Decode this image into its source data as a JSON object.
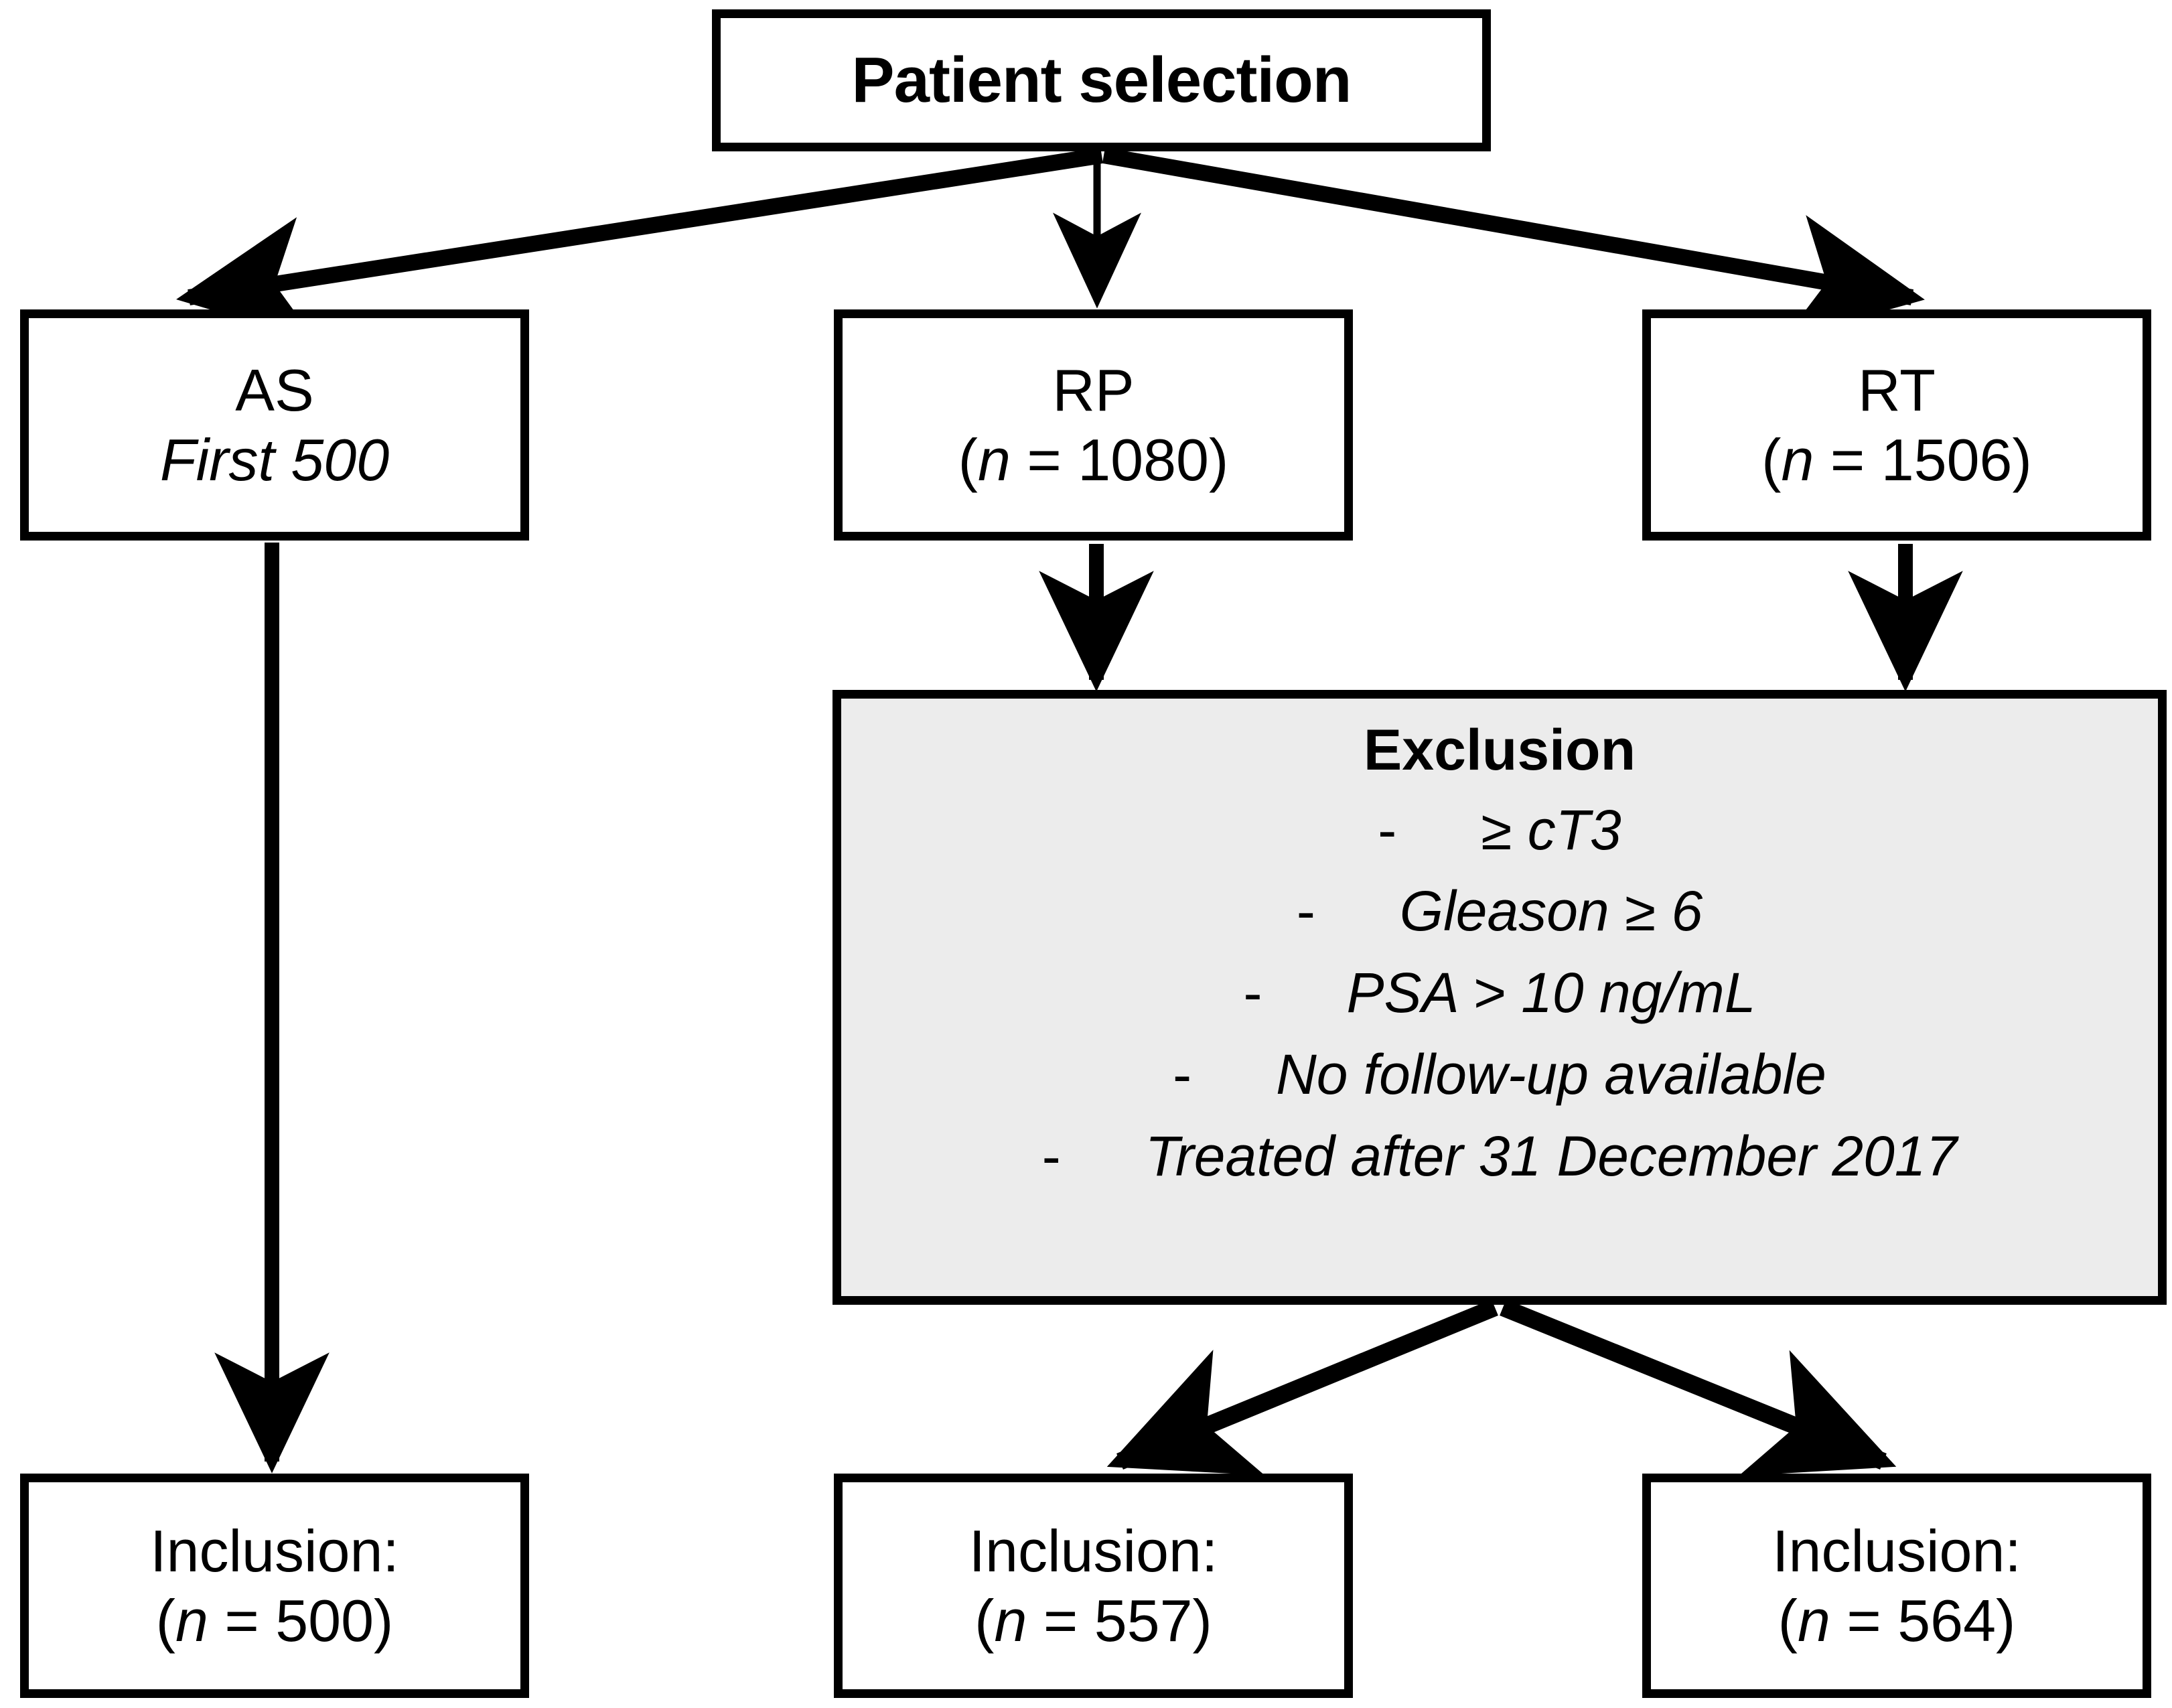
{
  "figure": {
    "type": "flowchart",
    "title": "Patient selection flow diagram",
    "colors": {
      "stroke": "#000000",
      "box_fill": "#ffffff",
      "exclusion_fill": "#ececec"
    }
  },
  "nodes": {
    "patient_selection": {
      "label": "Patient selection"
    },
    "as": {
      "line1": "AS",
      "line2": "First 500"
    },
    "rp": {
      "line1": "RP",
      "n_prefix": "(",
      "n_symbol": "n",
      "n_equals": " = ",
      "n_value": "1080",
      "n_suffix": ")"
    },
    "rt": {
      "line1": "RT",
      "n_prefix": "(",
      "n_symbol": "n",
      "n_equals": " = ",
      "n_value": "1506",
      "n_suffix": ")"
    },
    "exclusion": {
      "title": "Exclusion",
      "bullet": "-",
      "criteria": [
        "≥ cT3",
        "Gleason ≥ 6",
        "PSA > 10 ng/mL",
        "No follow-up available",
        "Treated after 31 December 2017"
      ]
    },
    "inclusion_as": {
      "line1": "Inclusion:",
      "n_prefix": "(",
      "n_symbol": "n",
      "n_equals": " = ",
      "n_value": "500",
      "n_suffix": ")"
    },
    "inclusion_rp": {
      "line1": "Inclusion:",
      "n_prefix": "(",
      "n_symbol": "n",
      "n_equals": " = ",
      "n_value": "557",
      "n_suffix": ")"
    },
    "inclusion_rt": {
      "line1": "Inclusion:",
      "n_prefix": "(",
      "n_symbol": "n",
      "n_equals": " = ",
      "n_value": "564",
      "n_suffix": ")"
    }
  },
  "edges": [
    {
      "from": "patient_selection",
      "to": "as",
      "style": "diagonal-left"
    },
    {
      "from": "patient_selection",
      "to": "rp",
      "style": "vertical"
    },
    {
      "from": "patient_selection",
      "to": "rt",
      "style": "diagonal-right"
    },
    {
      "from": "as",
      "to": "inclusion_as",
      "style": "vertical"
    },
    {
      "from": "rp",
      "to": "exclusion",
      "style": "vertical"
    },
    {
      "from": "rt",
      "to": "exclusion",
      "style": "vertical"
    },
    {
      "from": "exclusion",
      "to": "inclusion_rp",
      "style": "diagonal-left"
    },
    {
      "from": "exclusion",
      "to": "inclusion_rt",
      "style": "diagonal-right"
    }
  ]
}
